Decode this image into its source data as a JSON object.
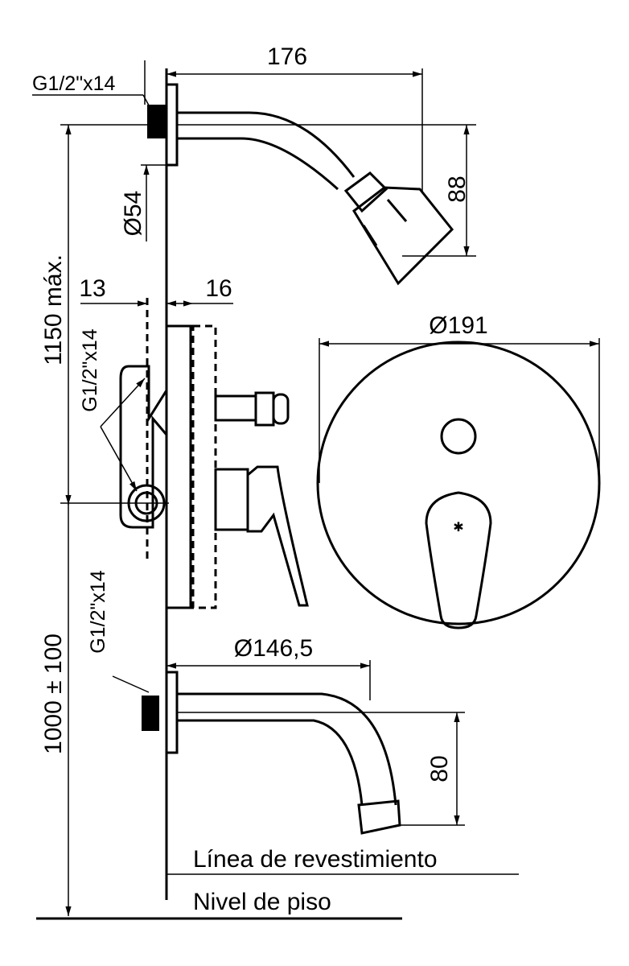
{
  "dimensions": {
    "arm_length": "176",
    "head_height": "88",
    "thread_top": "G1/2\"x14",
    "flange_diameter": "Ø54",
    "shower_height": "1150 máx.",
    "depth_back": "13",
    "depth_front": "16",
    "thread_mixer": "G1/2\"x14",
    "plate_diameter": "Ø191",
    "mixer_height": "1000 ± 100",
    "thread_spout": "G1/2\"x14",
    "spout_length": "Ø146,5",
    "spout_height": "80"
  },
  "labels": {
    "wall_line": "Línea de revestimiento",
    "floor_level": "Nivel de piso"
  }
}
